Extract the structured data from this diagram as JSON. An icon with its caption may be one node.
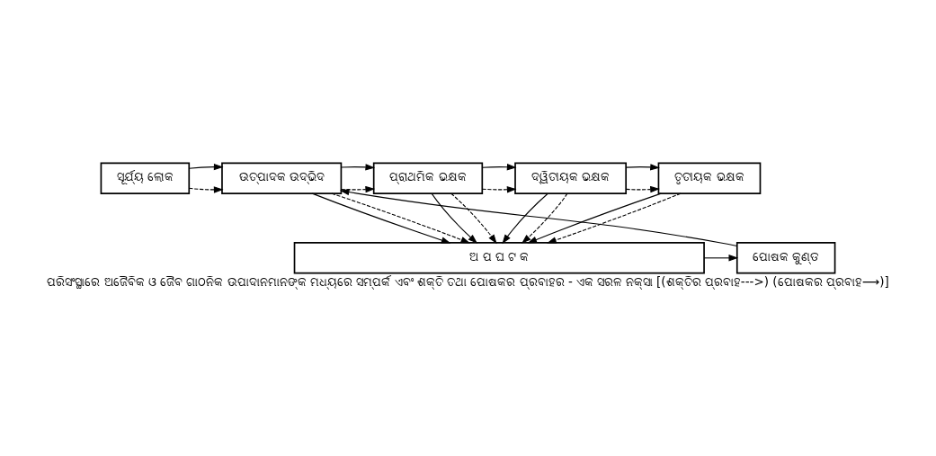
{
  "diagram": {
    "caption": "ପରିସଂସ୍ଥାରେ ଅଜୈବିକ ଓ ଜୈବ ଗାଠନିକ ଉପାଦାନମାନଙ୍କ ମଧ୍ୟରେ ସମ୍ପର୍କ ଏବଂ ଶକ୍ତି ତଥା ପୋଷକର ପ୍ରବାହର - ଏକ ସରଳ ନକ୍ସା [(ଶକ୍ତିର ପ୍ରବାହ--->) (ପୋଷକର ପ୍ରବାହ⟶)]",
    "nodes": [
      {
        "text": [
          "ସୂର୍ଯ୍ୟ ଲୋକ"
        ]
      },
      {
        "text": [
          "ଉତ୍ପାଦକ ଉଦ୍ଭିଦ"
        ]
      },
      {
        "text": [
          "ପ୍ରାଥମିକ ଭକ୍ଷକ"
        ]
      },
      {
        "text": [
          "ଦ୍ୱିତୀୟକ ଭକ୍ଷକ"
        ]
      },
      {
        "text": [
          "ତୃତୀୟକ ଭକ୍ଷକ"
        ]
      },
      {
        "text": [
          "ପୋଷକ କୁଣ୍ଡ"
        ]
      },
      {
        "text": [
          "ଅ ପ ଘ ଟ କ"
        ]
      }
    ],
    "edges": [
      {
        "from": 0,
        "to": 1,
        "arrow": "to",
        "style": "dashed"
      },
      {
        "from": 0,
        "to": 1,
        "arrow": "to"
      },
      {
        "from": 1,
        "to": 2,
        "arrow": "to",
        "style": "dashed"
      },
      {
        "from": 1,
        "to": 2,
        "arrow": "to"
      },
      {
        "from": 2,
        "to": 3,
        "arrow": "to",
        "style": "dashed"
      },
      {
        "from": 2,
        "to": 3,
        "arrow": "to"
      },
      {
        "from": 3,
        "to": 4,
        "arrow": "to",
        "style": "dashed"
      },
      {
        "from": 3,
        "to": 4,
        "arrow": "to"
      },
      {
        "from": 1,
        "to": 6,
        "arrow": "to"
      },
      {
        "from": 1,
        "to": 6,
        "arrow": "to",
        "style": "dashed"
      },
      {
        "from": 2,
        "to": 6,
        "arrow": "to"
      },
      {
        "from": 2,
        "to": 6,
        "arrow": "to",
        "style": "dashed"
      },
      {
        "from": 3,
        "to": 6,
        "arrow": "to"
      },
      {
        "from": 3,
        "to": 6,
        "arrow": "to",
        "style": "dashed"
      },
      {
        "from": 4,
        "to": 6,
        "arrow": "to"
      },
      {
        "from": 4,
        "to": 6,
        "arrow": "to",
        "style": "dashed"
      },
      {
        "from": 6,
        "to": 5,
        "arrow": "to"
      },
      {
        "from": 5,
        "to": 1,
        "arrow": "to"
      }
    ]
  }
}
